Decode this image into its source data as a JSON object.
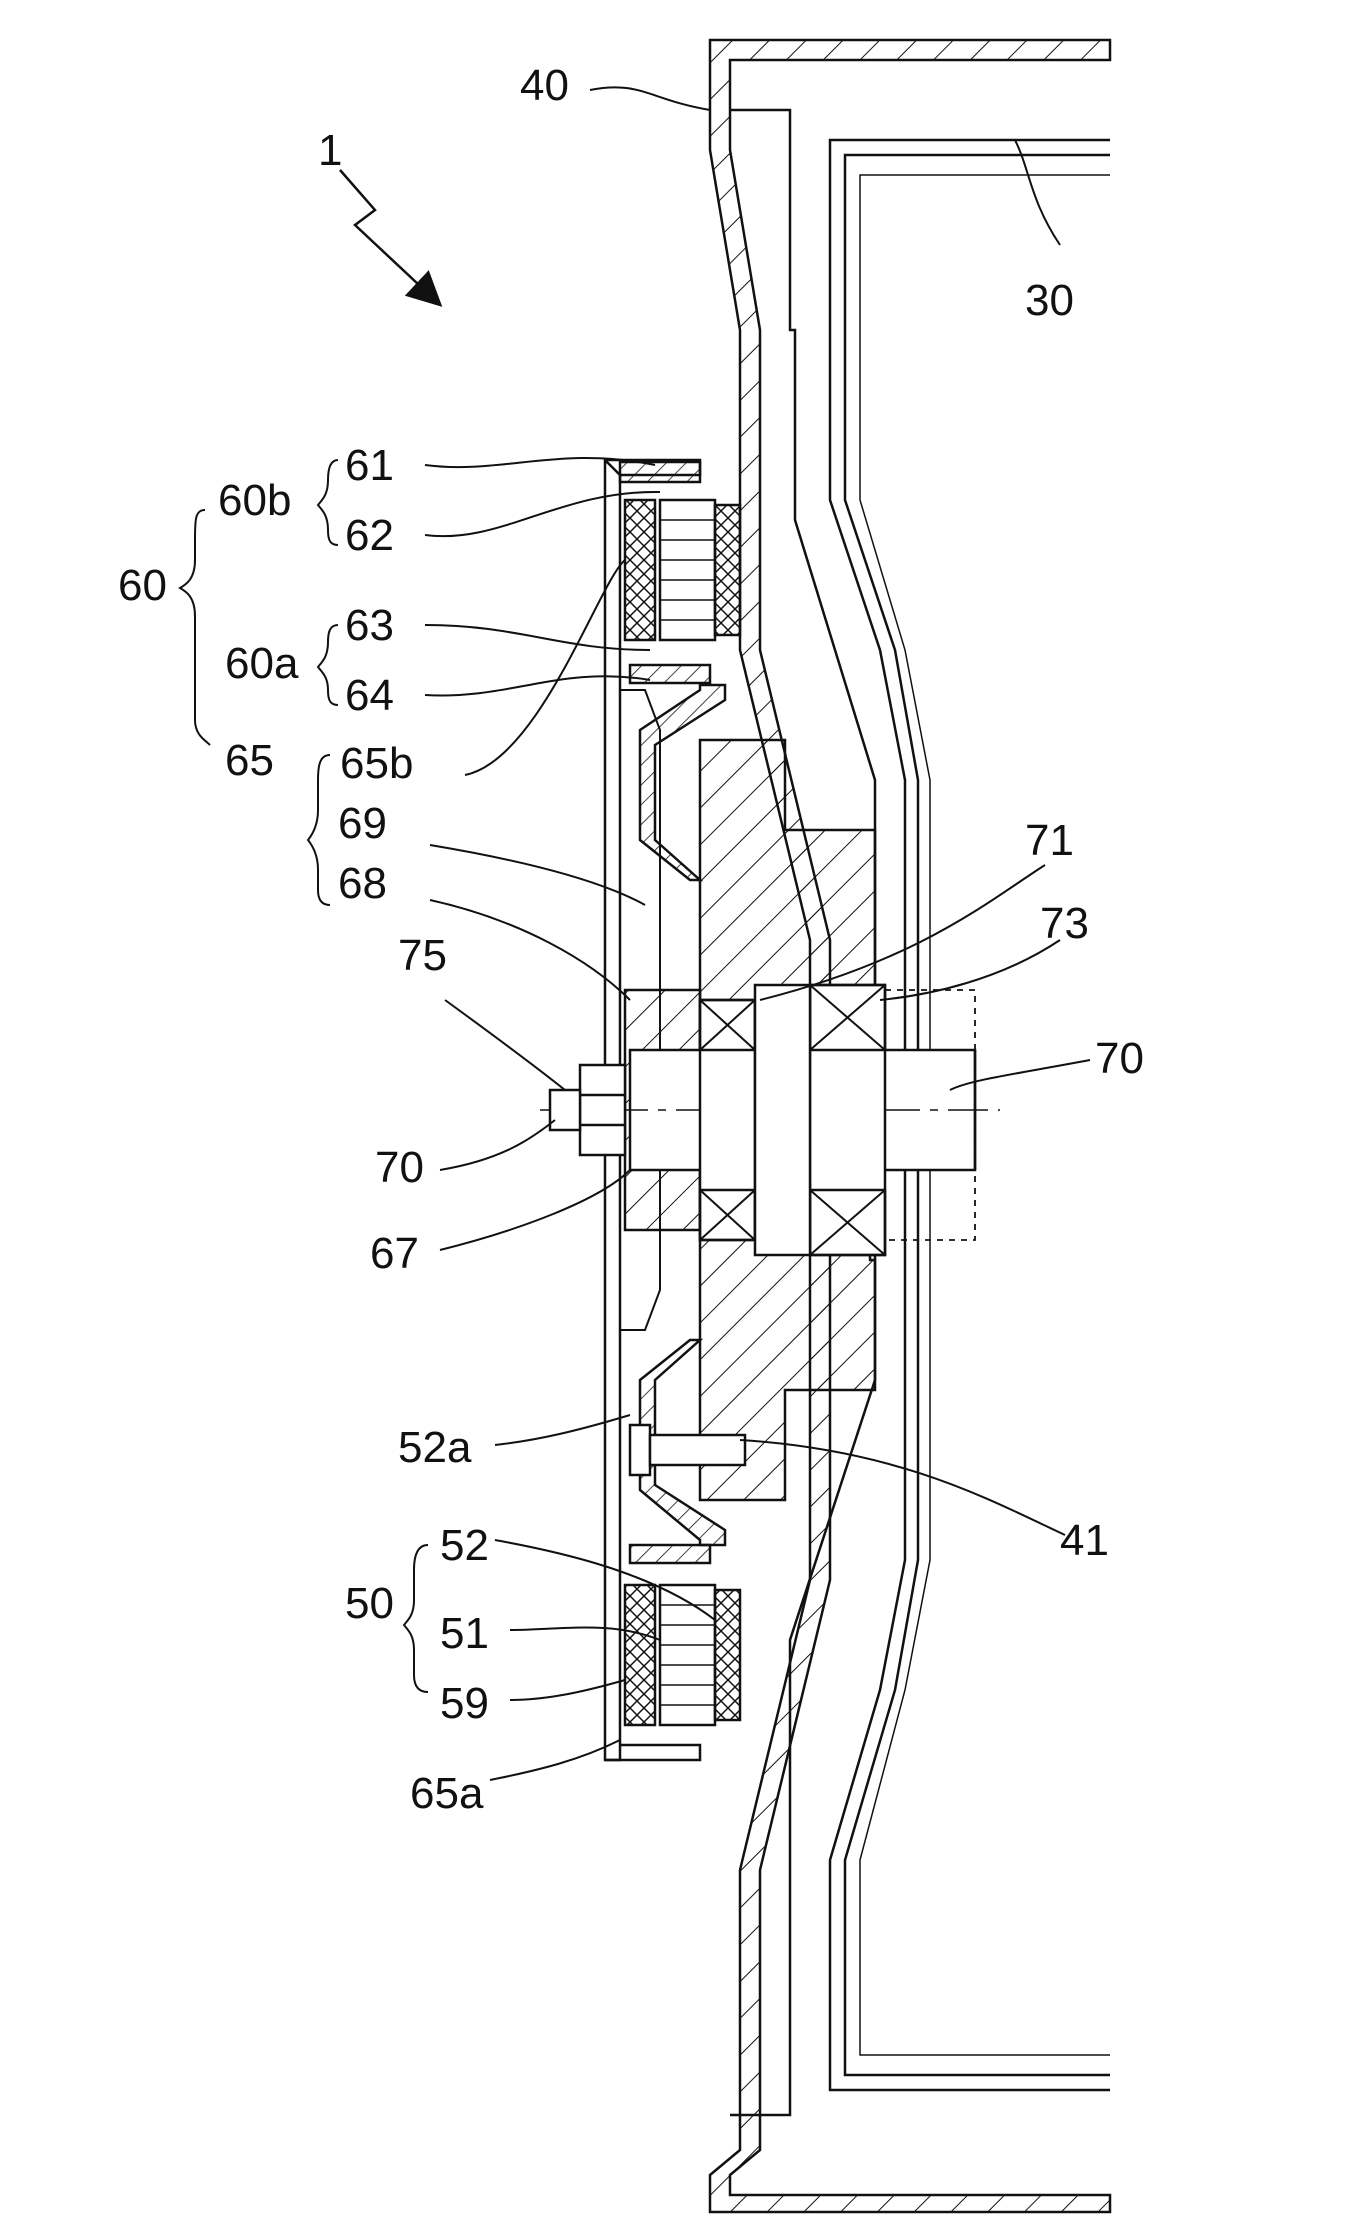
{
  "labels": {
    "assembly": "1",
    "cabinet": "40",
    "drum": "30",
    "rotor_upper_outer": "61",
    "rotor_upper_group": "60b",
    "rotor_upper_inner": "62",
    "rotor": "60",
    "rotor_lower_outer": "63",
    "rotor_lower_group": "60a",
    "rotor_lower_inner": "64",
    "frame": "65",
    "frame_part_b": "65b",
    "frame_rib": "69",
    "frame_hub": "68",
    "bearing_front": "71",
    "bearing_rear": "73",
    "nut": "75",
    "shaft_right": "70",
    "shaft_left": "70",
    "bushing": "67",
    "stator_bolt": "52a",
    "bearing_housing": "41",
    "stator": "50",
    "stator_insulator": "52",
    "stator_core": "51",
    "stator_coil": "59",
    "frame_part_a": "65a"
  },
  "colors": {
    "line": "#111111",
    "background": "#ffffff"
  }
}
